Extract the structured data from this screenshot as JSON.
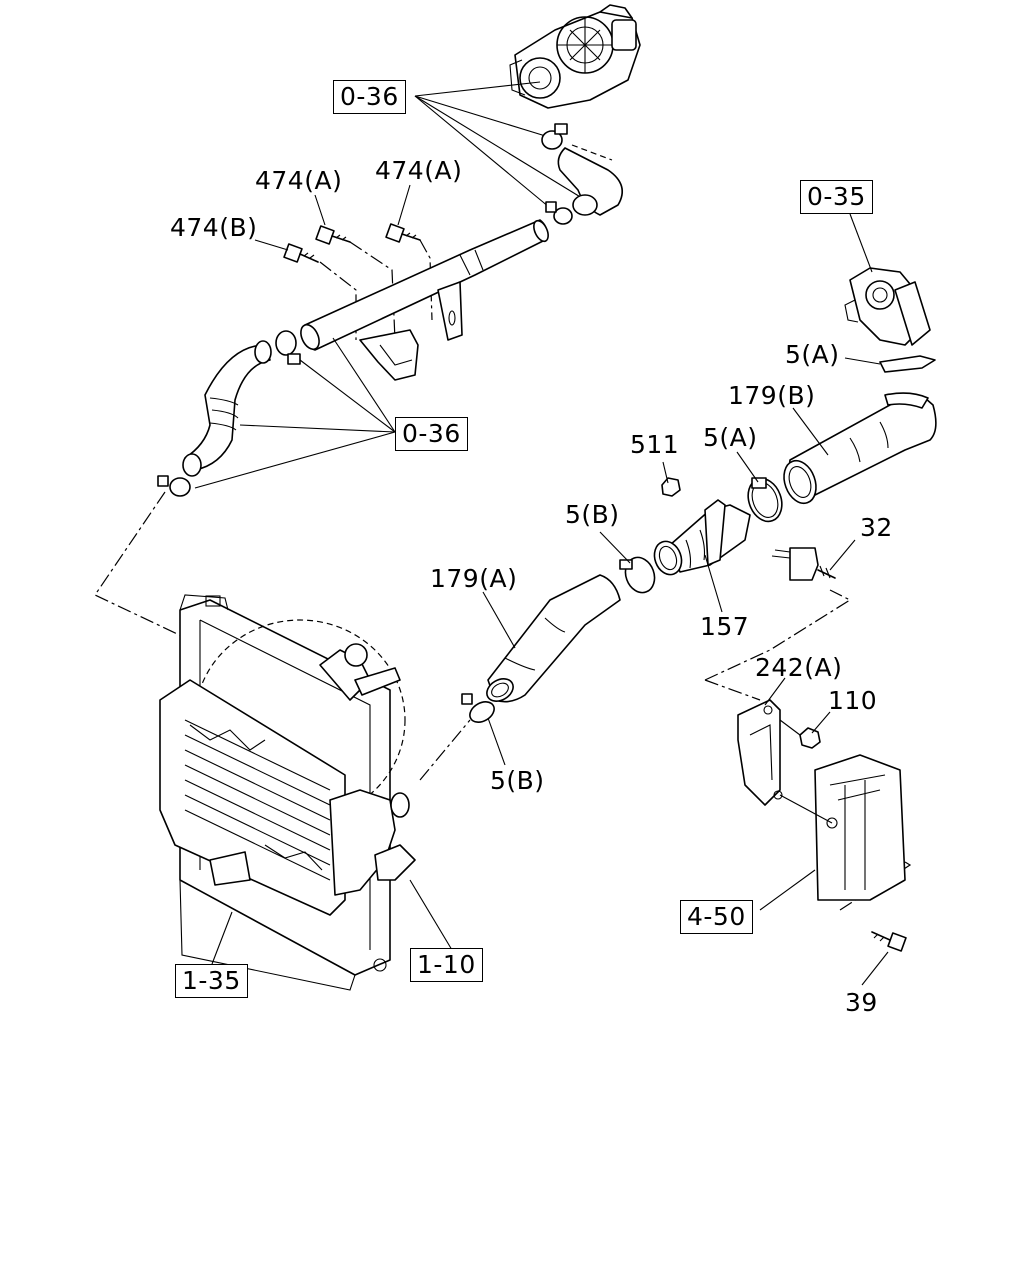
{
  "labels": {
    "ref_0_36_top": "0-36",
    "ref_0_36_mid": "0-36",
    "ref_0_35": "0-35",
    "part_474a_left": "474(A)",
    "part_474a_right": "474(A)",
    "part_474b": "474(B)",
    "part_5a_top": "5(A)",
    "part_179b": "179(B)",
    "part_511": "511",
    "part_5a_mid": "5(A)",
    "part_5b_top": "5(B)",
    "part_32": "32",
    "part_179a": "179(A)",
    "part_157": "157",
    "part_242a": "242(A)",
    "part_110": "110",
    "part_5b_bottom": "5(B)",
    "ref_4_50": "4-50",
    "part_39": "39",
    "ref_1_35": "1-35",
    "ref_1_10": "1-10"
  }
}
